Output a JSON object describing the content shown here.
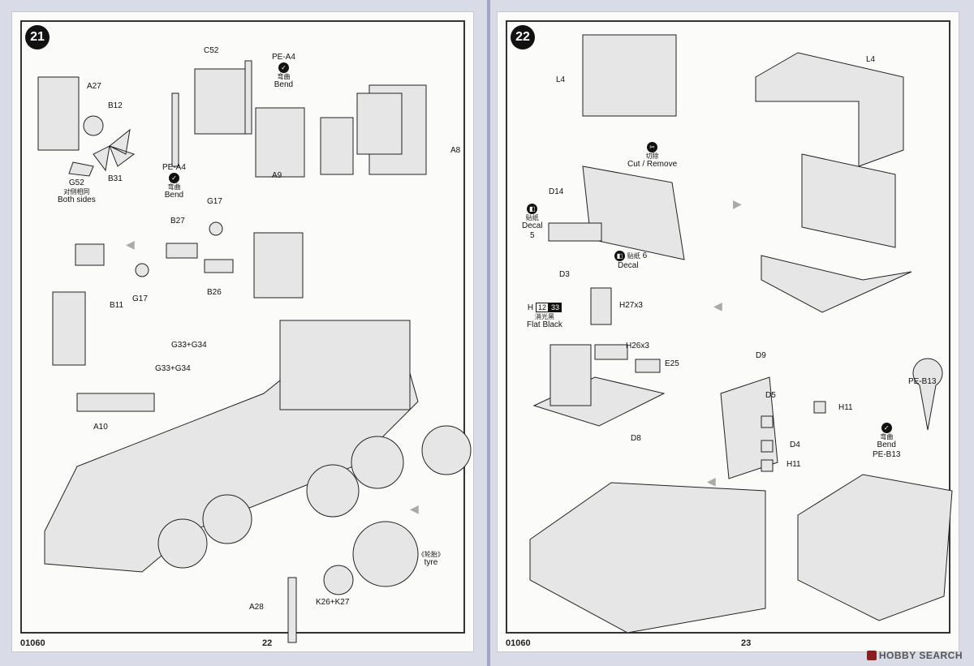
{
  "left_page": {
    "step": "21",
    "catalog_no": "01060",
    "page_no": "22",
    "labels": {
      "a27": "A27",
      "b12": "B12",
      "b31": "B31",
      "g52": "G52",
      "g52_cn": "对侧相同",
      "g52_en": "Both sides",
      "c52": "C52",
      "pe_a4_top": "PE-A4",
      "bend_cn_1": "弯曲",
      "bend_en_1": "Bend",
      "pe_a4_left": "PE-A4",
      "bend_cn_2": "弯曲",
      "bend_en_2": "Bend",
      "a9": "A9",
      "a8": "A8",
      "g17_top": "G17",
      "b27": "B27",
      "b26": "B26",
      "g17_bottom": "G17",
      "b11": "B11",
      "g33_a": "G33+G34",
      "g33_b": "G33+G34",
      "a10": "A10",
      "tyre_cn": "《轮胎》",
      "tyre_en": "tyre",
      "a28": "A28",
      "k26": "K26+K27"
    }
  },
  "right_page": {
    "step": "22",
    "catalog_no": "01060",
    "page_no": "23",
    "labels": {
      "l4_top": "L4",
      "l4_right": "L4",
      "cut_cn": "切除",
      "cut_en": "Cut / Remove",
      "d14": "D14",
      "decal_cn_1": "贴纸",
      "decal_en_1": "Decal",
      "decal_no_1": "5",
      "d3": "D3",
      "decal_cn_2": "贴纸",
      "decal_no_2": "6",
      "decal_en_2": "Decal",
      "h_letter": "H",
      "paint_code_1": "12",
      "paint_code_2": "33",
      "flat_black_cn": "消光黑",
      "flat_black_en": "Flat Black",
      "h27": "H27x3",
      "h26": "H26x3",
      "e25": "E25",
      "d8": "D8",
      "d9": "D9",
      "d5": "D5",
      "h11_a": "H11",
      "d4": "D4",
      "h11_b": "H11",
      "pe_b13_callout": "PE-B13",
      "bend_cn": "弯曲",
      "bend_en": "Bend",
      "pe_b13": "PE-B13"
    }
  },
  "watermark": "HOBBY SEARCH",
  "colors": {
    "ink": "#111111",
    "paper": "#fbfbfa",
    "spine": "#9fa6c8",
    "part_fill": "#e6e6e6"
  }
}
